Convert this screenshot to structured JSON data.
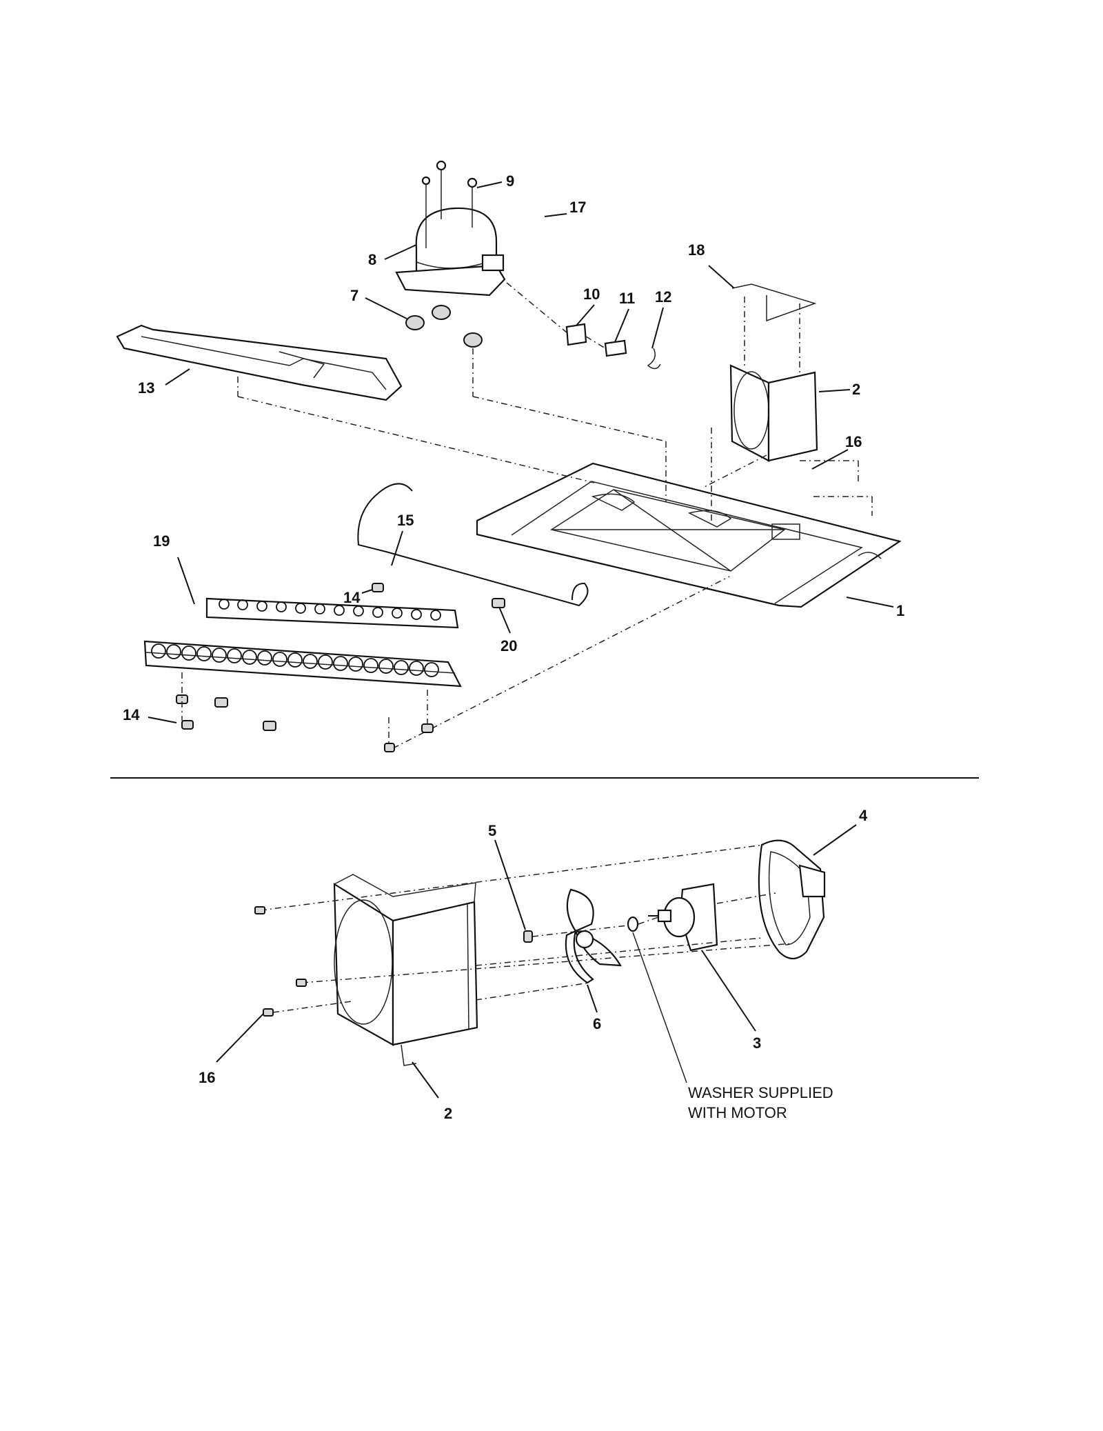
{
  "upper_callouts": [
    {
      "id": "c9",
      "label": "9"
    },
    {
      "id": "c17",
      "label": "17"
    },
    {
      "id": "c8",
      "label": "8"
    },
    {
      "id": "c18",
      "label": "18"
    },
    {
      "id": "c7",
      "label": "7"
    },
    {
      "id": "c10",
      "label": "10"
    },
    {
      "id": "c11",
      "label": "11"
    },
    {
      "id": "c12",
      "label": "12"
    },
    {
      "id": "c13",
      "label": "13"
    },
    {
      "id": "c2a",
      "label": "2"
    },
    {
      "id": "c16a",
      "label": "16"
    },
    {
      "id": "c15",
      "label": "15"
    },
    {
      "id": "c19",
      "label": "19"
    },
    {
      "id": "c14a",
      "label": "14"
    },
    {
      "id": "c1",
      "label": "1"
    },
    {
      "id": "c20",
      "label": "20"
    },
    {
      "id": "c14b",
      "label": "14"
    }
  ],
  "lower_callouts": [
    {
      "id": "c5",
      "label": "5"
    },
    {
      "id": "c4",
      "label": "4"
    },
    {
      "id": "c6",
      "label": "6"
    },
    {
      "id": "c3",
      "label": "3"
    },
    {
      "id": "c16b",
      "label": "16"
    },
    {
      "id": "c2b",
      "label": "2"
    }
  ],
  "note": {
    "line1": "WASHER SUPPLIED",
    "line2": "WITH MOTOR"
  }
}
